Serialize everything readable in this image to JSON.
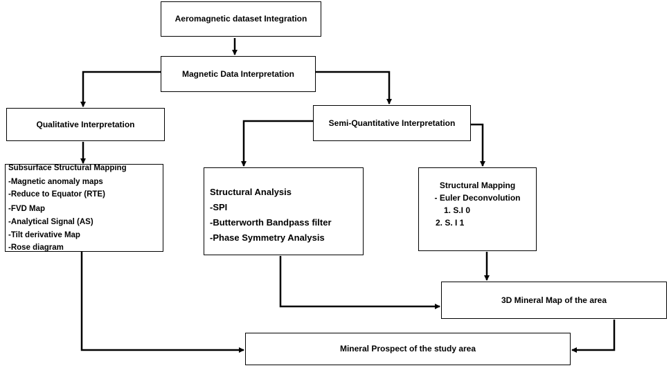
{
  "nodes": {
    "integration": {
      "label": "Aeromagnetic dataset Integration"
    },
    "interpretation": {
      "label": "Magnetic Data Interpretation"
    },
    "qualitative": {
      "label": "Qualitative Interpretation"
    },
    "semi_quantitative": {
      "label": "Semi-Quantitative Interpretation"
    },
    "subsurface": {
      "lines": [
        "Subsurface Structural Mapping",
        "-Magnetic anomaly maps",
        "-Reduce to Equator (RTE)",
        "-FVD Map",
        "-Analytical Signal (AS)",
        "-Tilt derivative Map",
        "-Rose diagram"
      ]
    },
    "analysis": {
      "lines": [
        "Structural Analysis",
        "-SPI",
        "-Butterworth Bandpass filter",
        "-Phase Symmetry Analysis"
      ]
    },
    "euler": {
      "lines": [
        "Structural Mapping",
        "- Euler Deconvolution",
        "1. S.I 0",
        "2. S. I 1"
      ]
    },
    "mineral_3d": {
      "label": "3D Mineral Map of the area"
    },
    "prospect": {
      "label": "Mineral Prospect of the study area"
    }
  },
  "edges": [
    {
      "from": "Aeromagnetic dataset Integration",
      "to": "Magnetic Data Interpretation"
    },
    {
      "from": "Magnetic Data Interpretation",
      "to": "Qualitative Interpretation"
    },
    {
      "from": "Magnetic Data Interpretation",
      "to": "Semi-Quantitative Interpretation"
    },
    {
      "from": "Qualitative Interpretation",
      "to": "Subsurface Structural Mapping"
    },
    {
      "from": "Semi-Quantitative Interpretation",
      "to": "Structural Analysis"
    },
    {
      "from": "Semi-Quantitative Interpretation",
      "to": "Structural Mapping"
    },
    {
      "from": "Structural Mapping",
      "to": "3D Mineral Map of the area"
    },
    {
      "from": "Structural Analysis",
      "to": "3D Mineral Map of the area"
    },
    {
      "from": "3D Mineral Map of the area",
      "to": "Mineral Prospect of the study area"
    },
    {
      "from": "Subsurface Structural Mapping",
      "to": "Mineral Prospect of the study area"
    }
  ],
  "colors": {
    "line": "#000000",
    "box_border": "#000000",
    "background": "#ffffff"
  }
}
